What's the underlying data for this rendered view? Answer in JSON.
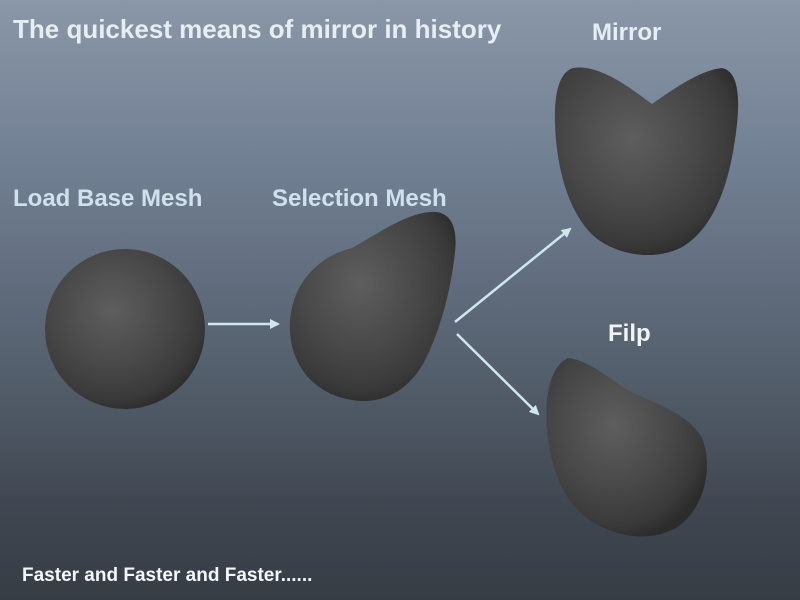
{
  "title": "The quickest means of mirror in history",
  "labels": {
    "load_base_mesh": "Load Base Mesh",
    "selection_mesh": "Selection Mesh",
    "mirror": "Mirror",
    "flip": "Filp"
  },
  "footer": "Faster and Faster and Faster......",
  "colors": {
    "arrow": "#cfe8ee",
    "mesh": "#4b4b4b"
  }
}
